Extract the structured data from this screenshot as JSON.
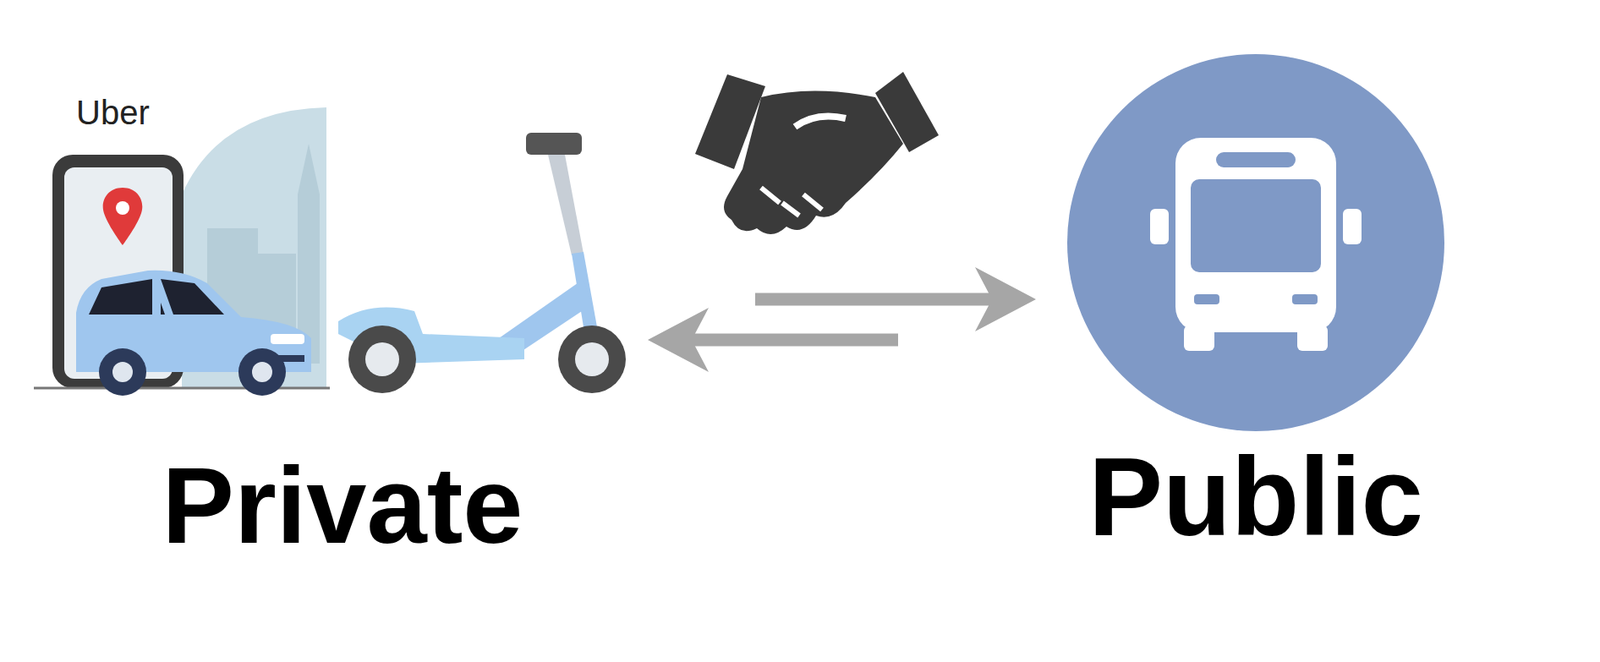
{
  "diagram": {
    "nodes": [
      {
        "text": [
          "Private"
        ]
      },
      {
        "text": [
          "Public"
        ]
      }
    ],
    "edges": [
      {
        "from": 0,
        "to": 1,
        "arrow": "to"
      },
      {
        "from": 1,
        "to": 0,
        "arrow": "to"
      }
    ],
    "labels": [
      "Uber"
    ]
  }
}
